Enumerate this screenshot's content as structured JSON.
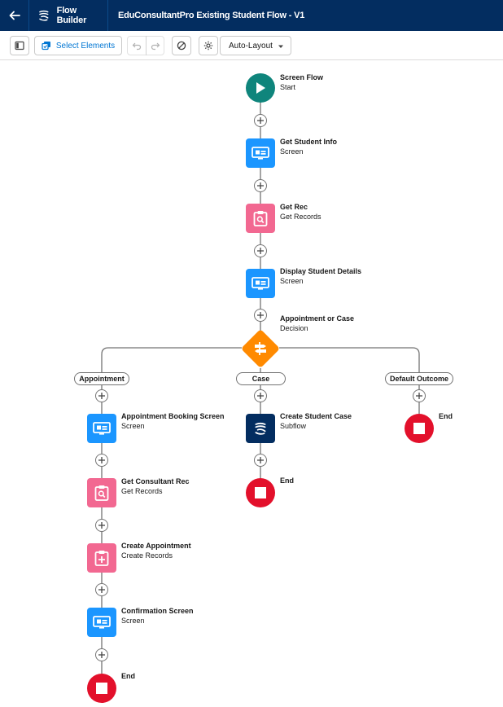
{
  "header": {
    "app_name": "Flow Builder",
    "title": "EduConsultantPro Existing Student Flow - V1"
  },
  "toolbar": {
    "select_label": "Select Elements",
    "layout_label": "Auto-Layout"
  },
  "flow": {
    "start": {
      "title": "Screen Flow",
      "subtitle": "Start"
    },
    "get_student_info": {
      "title": "Get Student Info",
      "subtitle": "Screen"
    },
    "get_rec": {
      "title": "Get Rec",
      "subtitle": "Get Records"
    },
    "display_student_details": {
      "title": "Display Student Details",
      "subtitle": "Screen"
    },
    "decision": {
      "title": "Appointment or Case",
      "subtitle": "Decision"
    },
    "outcomes": {
      "appointment": "Appointment",
      "case": "Case",
      "default": "Default Outcome"
    },
    "appointment_booking": {
      "title": "Appointment Booking Screen",
      "subtitle": "Screen"
    },
    "get_consultant_rec": {
      "title": "Get Consultant Rec",
      "subtitle": "Get Records"
    },
    "create_appointment": {
      "title": "Create Appointment",
      "subtitle": "Create Records"
    },
    "confirmation": {
      "title": "Confirmation Screen",
      "subtitle": "Screen"
    },
    "create_student_case": {
      "title": "Create Student Case",
      "subtitle": "Subflow"
    },
    "end_label": "End"
  },
  "colors": {
    "header": "#032d60",
    "screen": "#1b96ff",
    "records": "#f26891",
    "start": "#0f857c",
    "end": "#e3102b",
    "decision": "#ff8a00",
    "subflow": "#032d60"
  }
}
